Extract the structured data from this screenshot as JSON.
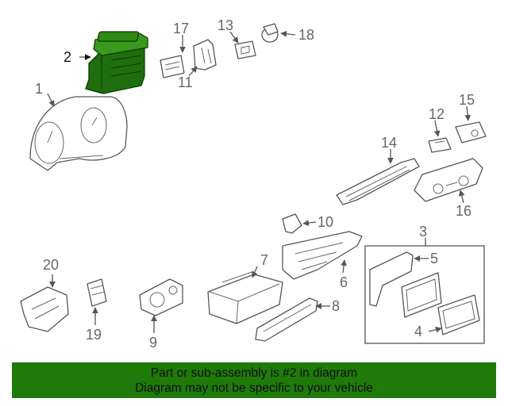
{
  "diagram": {
    "callouts": [
      "1",
      "2",
      "3",
      "4",
      "5",
      "6",
      "7",
      "8",
      "9",
      "10",
      "11",
      "12",
      "13",
      "14",
      "15",
      "16",
      "17",
      "18",
      "19",
      "20"
    ],
    "highlighted_part": "2",
    "highlight_color": "#2e8a14"
  },
  "banner": {
    "line1": "Part or sub-assembly is #2 in diagram",
    "line2": "Diagram may not be specific to your vehicle",
    "background": "#1f7a0a"
  }
}
